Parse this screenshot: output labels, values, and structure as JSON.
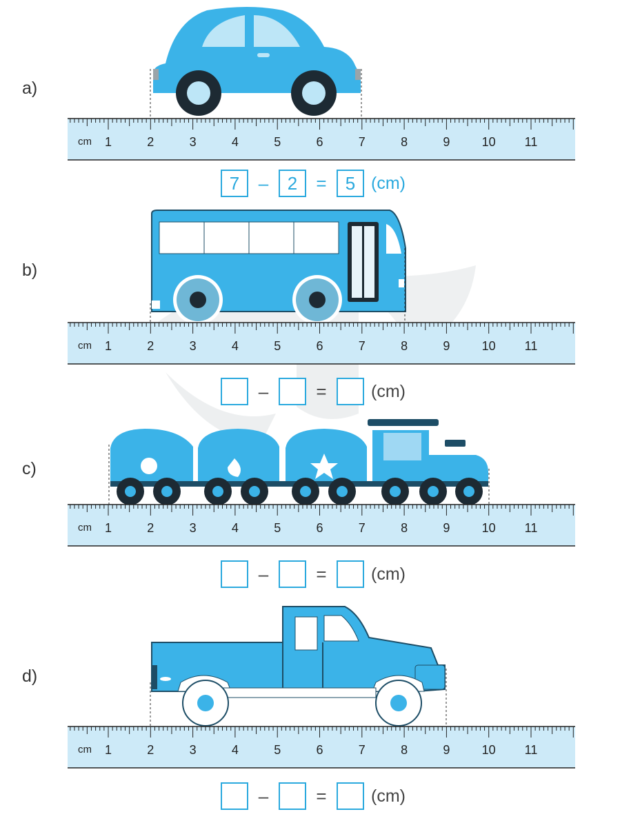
{
  "colors": {
    "accent": "#2aa9de",
    "vehicle_blue": "#3bb3e8",
    "ruler_fill": "#cdeaf8",
    "ink": "#1d2a33"
  },
  "ruler": {
    "unit_label": "cm",
    "tick_labels": [
      "1",
      "2",
      "3",
      "4",
      "5",
      "6",
      "7",
      "8",
      "9",
      "10",
      "11"
    ]
  },
  "problems": [
    {
      "label": "a)",
      "vehicle": "car-icon",
      "equation": {
        "minuend": "7",
        "minus": "–",
        "subtrahend": "2",
        "equals": "=",
        "result": "5",
        "unit": "(cm)"
      }
    },
    {
      "label": "b)",
      "vehicle": "bus-icon",
      "equation": {
        "minuend": "",
        "minus": "–",
        "subtrahend": "",
        "equals": "=",
        "result": "",
        "unit": "(cm)"
      }
    },
    {
      "label": "c)",
      "vehicle": "train-icon",
      "equation": {
        "minuend": "",
        "minus": "–",
        "subtrahend": "",
        "equals": "=",
        "result": "",
        "unit": "(cm)"
      }
    },
    {
      "label": "d)",
      "vehicle": "pickup-truck-icon",
      "equation": {
        "minuend": "",
        "minus": "–",
        "subtrahend": "",
        "equals": "=",
        "result": "",
        "unit": "(cm)"
      }
    }
  ]
}
